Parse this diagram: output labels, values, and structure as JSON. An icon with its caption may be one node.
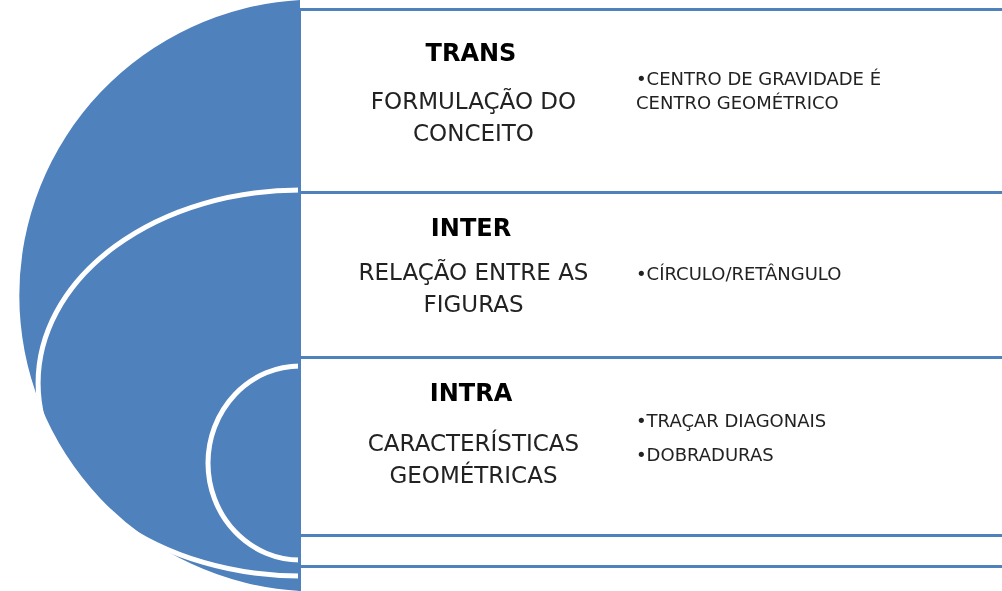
{
  "diagram": {
    "nodes": [
      {
        "text": [
          "TRANS",
          "FORMULAÇÃO DO CONCEITO",
          "•CENTRO DE GRAVIDADE É CENTRO GEOMÉTRICO"
        ]
      },
      {
        "text": [
          "INTER",
          "RELAÇÃO ENTRE AS FIGURAS",
          "•CÍRCULO/RETÂNGULO"
        ]
      },
      {
        "text": [
          "INTRA",
          "CARACTERÍSTICAS GEOMÉTRICAS",
          "•TRAÇAR DIAGONAIS",
          "•DOBRADURAS"
        ]
      },
      {
        "text": [],
        "shape": "box"
      },
      {
        "text": [],
        "shape": "box"
      }
    ]
  }
}
